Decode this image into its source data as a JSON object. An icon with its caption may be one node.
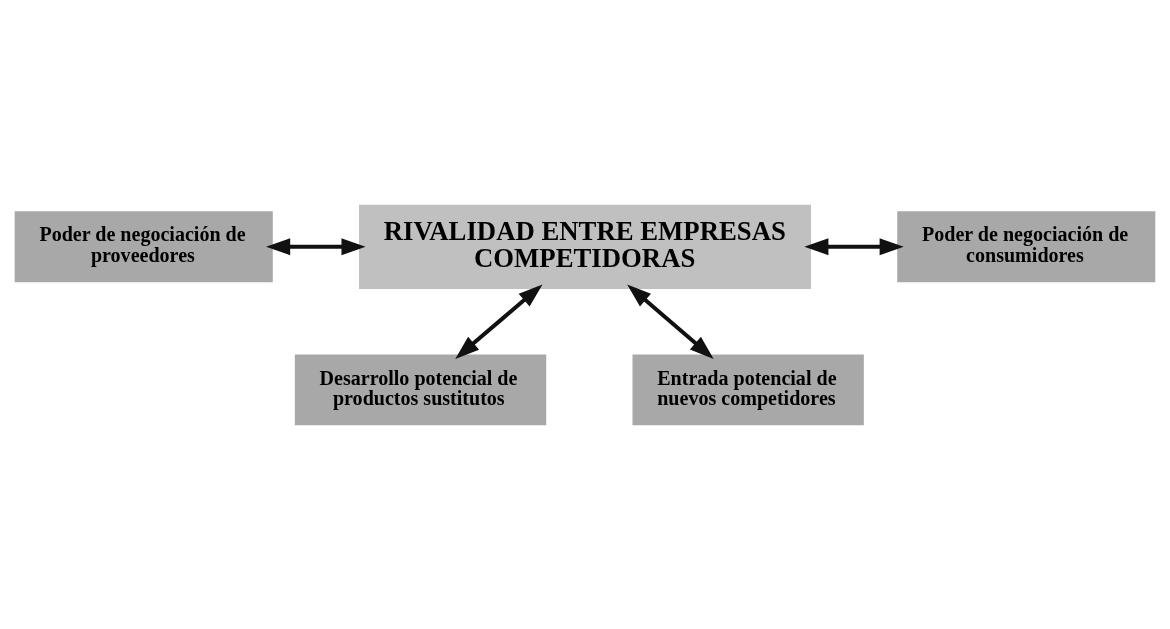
{
  "diagram": {
    "nodes": [
      {
        "text": [
          "Desarrollo potencial de productos sustitutos"
        ]
      },
      {
        "text": [
          "Poder de negociación de proveedores"
        ]
      },
      {
        "text": [
          "RIVALIDAD ENTRE EMPRESAS COMPETIDORAS"
        ]
      },
      {
        "text": [
          "Poder de negociación de consumidores"
        ]
      },
      {
        "text": [
          "Entrada potencial de nuevos competidores"
        ]
      }
    ],
    "edges": [
      {
        "from": 2,
        "to": 0,
        "arrow": "both"
      },
      {
        "from": 1,
        "to": 2,
        "arrow": "both"
      },
      {
        "from": 2,
        "to": 3,
        "arrow": "both"
      },
      {
        "from": 2,
        "to": 4,
        "arrow": "both"
      }
    ]
  }
}
